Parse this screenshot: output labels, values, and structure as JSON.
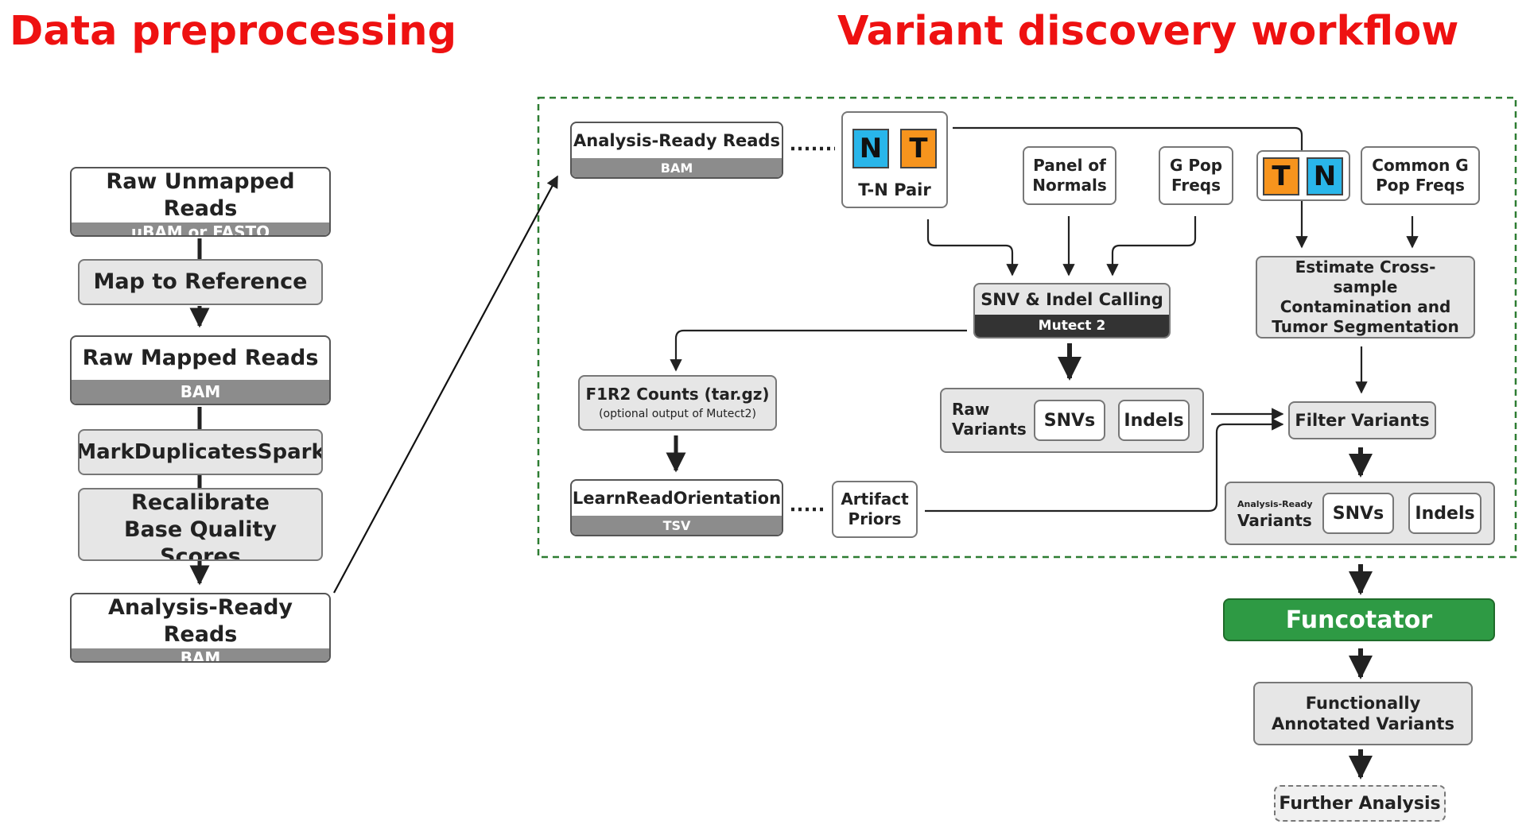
{
  "titles": {
    "left": "Data preprocessing",
    "right": "Variant discovery workflow"
  },
  "preprocessing": {
    "raw_unmapped": {
      "main": "Raw Unmapped Reads",
      "sub": "uBAM or FASTQ"
    },
    "map_to_reference": "Map to Reference",
    "raw_mapped": {
      "main": "Raw Mapped Reads",
      "sub": "BAM"
    },
    "mark_duplicates": "MarkDuplicatesSpark",
    "recalibrate": "Recalibrate Base Quality Scores",
    "analysis_ready": {
      "main": "Analysis-Ready Reads",
      "sub": "BAM"
    }
  },
  "workflow": {
    "analysis_ready": {
      "main": "Analysis-Ready Reads",
      "sub": "BAM"
    },
    "tn_pair": {
      "n": "N",
      "t": "T",
      "label": "T-N Pair"
    },
    "panel_of_normals": "Panel of Normals",
    "g_pop_freqs": "G Pop Freqs",
    "tn_small": {
      "t": "T",
      "n": "N"
    },
    "common_g_pop_freqs": "Common G Pop Freqs",
    "snv_indel_calling": {
      "main": "SNV & Indel Calling",
      "sub": "Mutect 2"
    },
    "estimate_contamination": "Estimate Cross-sample Contamination and Tumor Segmentation",
    "f1r2_counts": {
      "main": "F1R2 Counts (tar.gz)",
      "sub": "(optional output of Mutect2)"
    },
    "raw_variants": {
      "label": "Raw Variants",
      "snvs": "SNVs",
      "indels": "Indels"
    },
    "filter_variants": "Filter Variants",
    "learn_read_orientation": {
      "main": "LearnReadOrientation",
      "sub": "TSV"
    },
    "artifact_priors": "Artifact Priors",
    "analysis_ready_variants": {
      "small": "Analysis-Ready",
      "label": "Variants",
      "snvs": "SNVs",
      "indels": "Indels"
    },
    "funcotator": "Funcotator",
    "functionally_annotated": "Functionally Annotated Variants",
    "further_analysis": "Further Analysis"
  },
  "colors": {
    "title_red": "#ee1111",
    "normal_blue": "#29b6ea",
    "tumor_orange": "#f7941d",
    "funcotator_green": "#2e9a44",
    "box_gray": "#e6e6e6",
    "bar_gray": "#8c8c8c",
    "bar_dark": "#333333"
  }
}
